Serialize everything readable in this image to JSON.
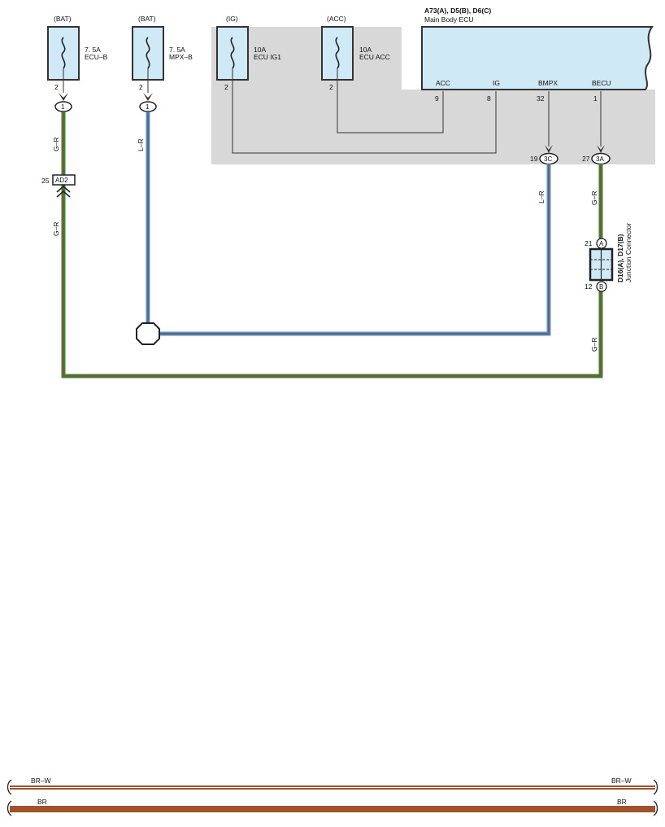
{
  "fuses": [
    {
      "source": "(BAT)",
      "rating": "7. 5A",
      "name": "ECU–B",
      "pin": "2",
      "connector": "1"
    },
    {
      "source": "(BAT)",
      "rating": "7. 5A",
      "name": "MPX–B",
      "pin": "2",
      "connector": "1"
    },
    {
      "source": "(IG)",
      "rating": "10A",
      "name": "ECU IG1",
      "pin": "2"
    },
    {
      "source": "(ACC)",
      "rating": "10A",
      "name": "ECU ACC",
      "pin": "2"
    }
  ],
  "ecu": {
    "codes": "A73(A), D5(B), D6(C)",
    "name": "Main Body ECU",
    "terminals": [
      {
        "name": "ACC",
        "pin": "9"
      },
      {
        "name": "IG",
        "pin": "8"
      },
      {
        "name": "BMPX",
        "pin": "32"
      },
      {
        "name": "BECU",
        "pin": "1"
      }
    ]
  },
  "connectors": {
    "c3c": {
      "pin": "19",
      "label": "3C"
    },
    "c3a": {
      "pin": "27",
      "label": "3A"
    },
    "ad2": {
      "pin": "25",
      "label": "AD2"
    }
  },
  "junction": {
    "title": "D16(A), D17(B)",
    "subtitle": "Junction Connector",
    "pin_a": "21",
    "label_a": "A",
    "pin_b": "12",
    "label_b": "B"
  },
  "wires": {
    "g_r": "G–R",
    "l_r": "L–R"
  },
  "bottom_wires": [
    {
      "label": "BR–W",
      "color": "#a0522d"
    },
    {
      "label": "BR",
      "color": "#a0522d"
    }
  ],
  "colors": {
    "green": "#2e8b3a",
    "red": "#b03a2e",
    "blue": "#3b9bd8",
    "fuse_fill": "#cfe9f7",
    "ecu_fill": "#cfe9f7",
    "shade": "#d8d8d8"
  }
}
